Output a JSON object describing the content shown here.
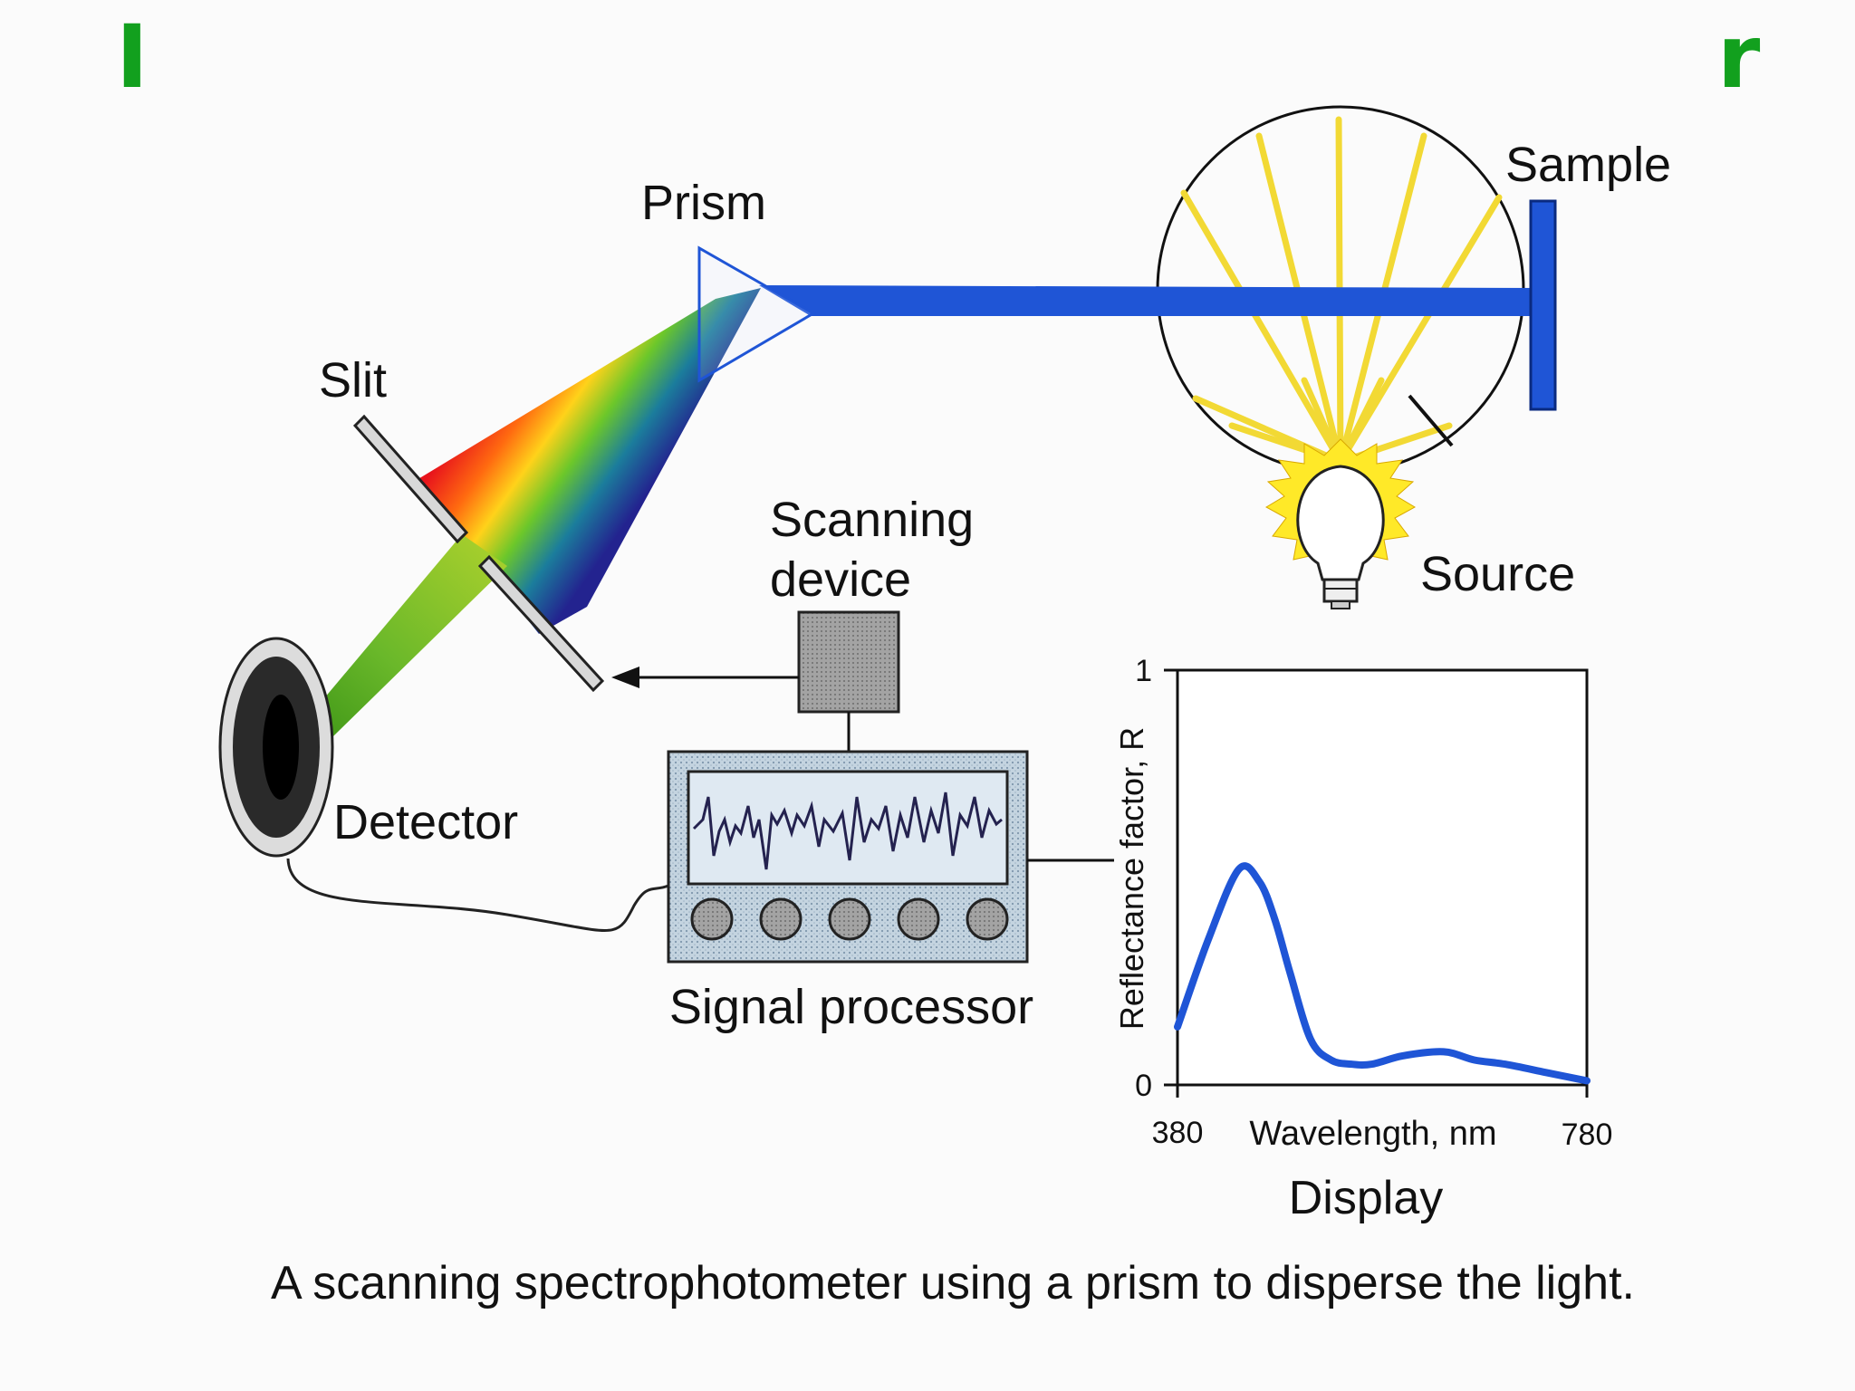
{
  "slide": {
    "title_left_fragment": "I",
    "title_right_fragment": "r",
    "title_color": "#12a01e"
  },
  "diagram": {
    "labels": {
      "prism": "Prism",
      "sample": "Sample",
      "slit": "Slit",
      "scanning_line1": "Scanning",
      "scanning_line2": "device",
      "source": "Source",
      "detector": "Detector",
      "signal_processor": "Signal processor",
      "display": "Display"
    },
    "caption": "A scanning spectrophotometer using a prism to disperse the light.",
    "beam_color": "#1f55d6",
    "ray_color": "#f2d934"
  },
  "chart_data": {
    "type": "line",
    "title": "",
    "xlabel": "Wavelength, nm",
    "ylabel": "Reflectance factor, R",
    "x_tick_labels": [
      "380",
      "780"
    ],
    "y_tick_labels": [
      "0",
      "1"
    ],
    "xlim": [
      380,
      780
    ],
    "ylim": [
      0,
      1
    ],
    "grid": false,
    "line_color": "#1f55d6",
    "series": [
      {
        "x": [
          380,
          410,
          440,
          460,
          475,
          490,
          510,
          530,
          550,
          570,
          600,
          640,
          670,
          700,
          740,
          780
        ],
        "y": [
          0.14,
          0.35,
          0.52,
          0.49,
          0.4,
          0.27,
          0.11,
          0.06,
          0.05,
          0.05,
          0.07,
          0.08,
          0.06,
          0.05,
          0.03,
          0.01
        ]
      }
    ]
  }
}
